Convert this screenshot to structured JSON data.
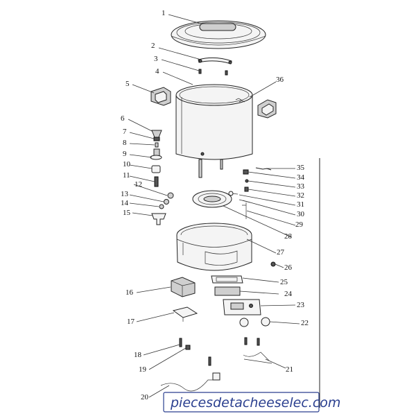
{
  "parts": [
    "1",
    "2",
    "3",
    "4",
    "5",
    "6",
    "7",
    "8",
    "9",
    "10",
    "11",
    "12",
    "13",
    "14",
    "15",
    "16",
    "17",
    "18",
    "19",
    "20",
    "21",
    "22",
    "23",
    "24",
    "25",
    "26",
    "27",
    "28",
    "29",
    "30",
    "31",
    "32",
    "33",
    "34",
    "35",
    "36"
  ],
  "watermark": "piecesdetacheeselec.com"
}
